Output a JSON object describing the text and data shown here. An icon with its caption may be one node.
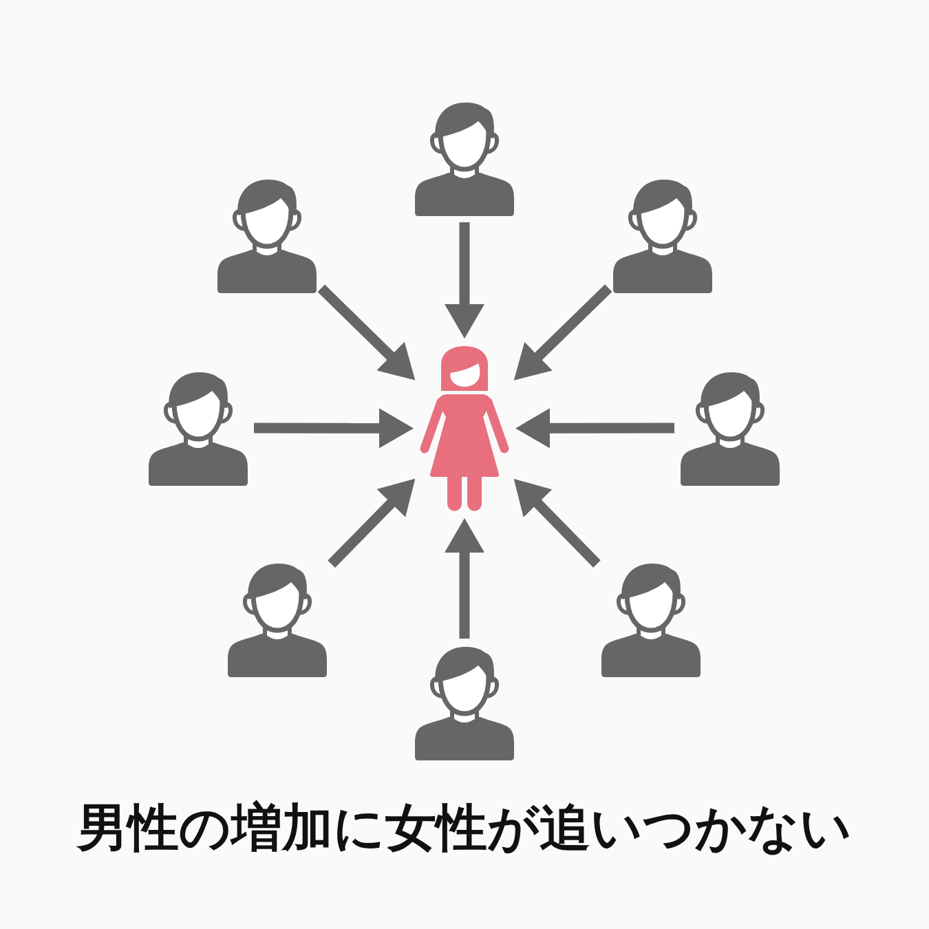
{
  "diagram": {
    "title": "男性の増加に女性が追いつかない",
    "nodes": [
      {
        "text": [],
        "shape": "person"
      },
      {
        "text": [],
        "shape": "person"
      },
      {
        "text": [],
        "shape": "person"
      },
      {
        "text": [],
        "shape": "person"
      },
      {
        "text": [],
        "shape": "person"
      },
      {
        "text": [],
        "shape": "person"
      },
      {
        "text": [],
        "shape": "person"
      },
      {
        "text": [],
        "shape": "person"
      },
      {
        "text": [],
        "shape": "person"
      }
    ],
    "edges": [
      {
        "from": 0,
        "to": 4,
        "arrow": "to"
      },
      {
        "from": 1,
        "to": 4,
        "arrow": "to"
      },
      {
        "from": 2,
        "to": 4,
        "arrow": "to"
      },
      {
        "from": 3,
        "to": 4,
        "arrow": "to"
      },
      {
        "from": 5,
        "to": 4,
        "arrow": "to"
      },
      {
        "from": 6,
        "to": 4,
        "arrow": "to"
      },
      {
        "from": 7,
        "to": 4,
        "arrow": "to"
      },
      {
        "from": 8,
        "to": 4,
        "arrow": "to"
      }
    ]
  }
}
